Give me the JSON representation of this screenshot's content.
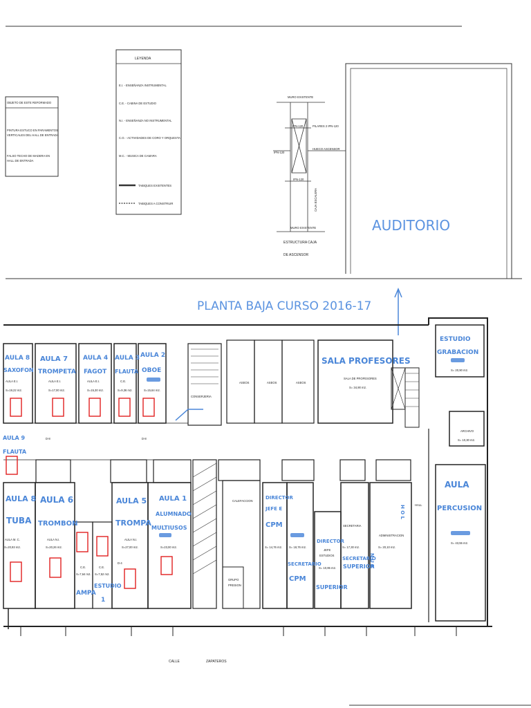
{
  "colors": {
    "ink": "#222222",
    "handwriting": "#4a86d8",
    "marker": "#e02020"
  },
  "legend": {
    "title": "LEYENDA",
    "items": [
      "E.I. - ENSEÑANZA INSTRUMENTAL",
      "C.E. - CABINA DE ESTUDIO",
      "N.I. - ENSEÑANZA NO INSTRUMENTAL",
      "C.O. - ACTIVIDADES DE CORO Y ORQUESTA",
      "M.C. - MUSICA DE CAMARA"
    ],
    "wall_existing": "TABIQUES EXISTENTES",
    "wall_new": "TABIQUES A CONSTRUIR"
  },
  "project_note": {
    "title": "OBJETO DE ESTE REFORMADO",
    "lines": [
      "PINTURA ESTUCO EN PARAMENTOS",
      "VERTICALES DEL HALL DE ENTRADA",
      "FALSO TECHO DE MADERA EN",
      "HALL DE ENTRADA"
    ]
  },
  "elevator": {
    "wall_top": "MURO EXISTENTE",
    "beam_a": "IPN-120",
    "beam_b": "PILARES 2 IPN-120",
    "beam_c": "IPN-120",
    "shaft": "HUECO ASCENSOR",
    "beam_d": "IPN-120",
    "stair": "CAJA ESCALERA",
    "wall_bottom": "MURO EXISTENTE",
    "caption_1": "ESTRUCTURA CAJA",
    "caption_2": "DE ASCENSOR"
  },
  "handwritten": {
    "auditorio": "AUDITORIO",
    "plan_title": "PLANTA BAJA CURSO 2016-17",
    "top_rooms": [
      {
        "l1": "AULA 8",
        "l2": "SAXOFON"
      },
      {
        "l1": "AULA 7",
        "l2": "TROMPETA"
      },
      {
        "l1": "AULA 4",
        "l2": "FAGOT"
      },
      {
        "l1": "AULA 3",
        "l2": "FLAUTA"
      },
      {
        "l1": "AULA 2",
        "l2": "OBOE"
      }
    ],
    "sala_profesores": "SALA PROFESORES",
    "estudio_1": "ESTUDIO",
    "estudio_2": "GRABACION",
    "aula_flauta_1": "AULA 9",
    "aula_flauta_2": "FLAUTA",
    "bottom_rooms": [
      {
        "l1": "AULA 8",
        "l2": "TUBA"
      },
      {
        "l1": "AULA 6",
        "l2": "TROMBON"
      },
      {
        "l1": "AULA 5",
        "l2": "TROMPA"
      },
      {
        "l1": "AULA 1",
        "l2": "ALUMNADO",
        "l3": "MULTIUSOS"
      }
    ],
    "ampa": "AMPA",
    "estudio_small_1": "ESTUDIO",
    "estudio_small_2": "1",
    "director_1": "DIRECTOR",
    "director_2": "JEFE E",
    "director_3": "CPM",
    "secretario_1": "SECRETARIO",
    "secretario_2": "CPM",
    "director_sup_1": "DIRECTOR",
    "secretario_sup_1": "SECRETARIO",
    "secretario_sup_2": "SUPERIOR",
    "superior": "SUPERIOR",
    "hall_marks": "H O L",
    "conserjeria_side": "N U E",
    "aula_percusion_1": "AULA",
    "aula_percusion_2": "PERCUSION"
  },
  "printed": {
    "top_rooms": [
      {
        "l1": "AULA E.I.",
        "l2": "S=19,22 m2."
      },
      {
        "l1": "AULA E.I.",
        "l2": "S=17,00 m2."
      },
      {
        "l1": "AULA E.I.",
        "l2": "S=15,30 m2."
      },
      {
        "l1": "C.E.",
        "l2": "S=9,36 m2."
      },
      {
        "l1": "",
        "l2": "S=15,64 m2."
      }
    ],
    "door_a": "D-8",
    "door_b": "D-8",
    "door_c": "D-4",
    "conserjeria": "CONSERJERIA",
    "aseos": [
      "ASEOS",
      "ASEOS",
      "ASEOS"
    ],
    "sala_profesores": "SALA DE PROFESORES",
    "sala_area": "S= 34,90 m2.",
    "estudio_area": "S= 20,90 m2.",
    "archivo": "ARCHIVO",
    "archivo_area": "S= 10,30 m2.",
    "bottom_rooms": [
      {
        "l1": "AULA M. C.",
        "l2": "S=20,93 m2."
      },
      {
        "l1": "AULA N.I.",
        "l2": "S=20,26 m2."
      },
      {
        "l1": "AULA N.I.",
        "l2": "S=27,00 m2."
      },
      {
        "l1": "",
        "l2": "S=23,00 m2."
      }
    ],
    "ce_a": "C.E.",
    "ce_a_area": "S=7,64 m2.",
    "ce_b": "C.E.",
    "ce_b_area": "S=7,52 m2.",
    "calefaccion": "CALEFACCION",
    "grupo_1": "GRUPO",
    "grupo_2": "PRESION",
    "director_area": "S= 14,76 m2.",
    "mid_area": "S= 18,76 m2.",
    "jefe_1": "JEFE",
    "jefe_2": "ESTUDIOS",
    "jefe_area": "S= 10,95 m2.",
    "secretaria": "SECRETARIA",
    "secretaria_area": "S= 17,30 m2.",
    "administracion": "ADMINISTRACION",
    "admin_area": "S= 20,10 m2.",
    "hall": "HALL",
    "percusion_area": "S= 43,55 m2.",
    "calle": "CALLE",
    "zapateros": "ZAPATEROS"
  }
}
